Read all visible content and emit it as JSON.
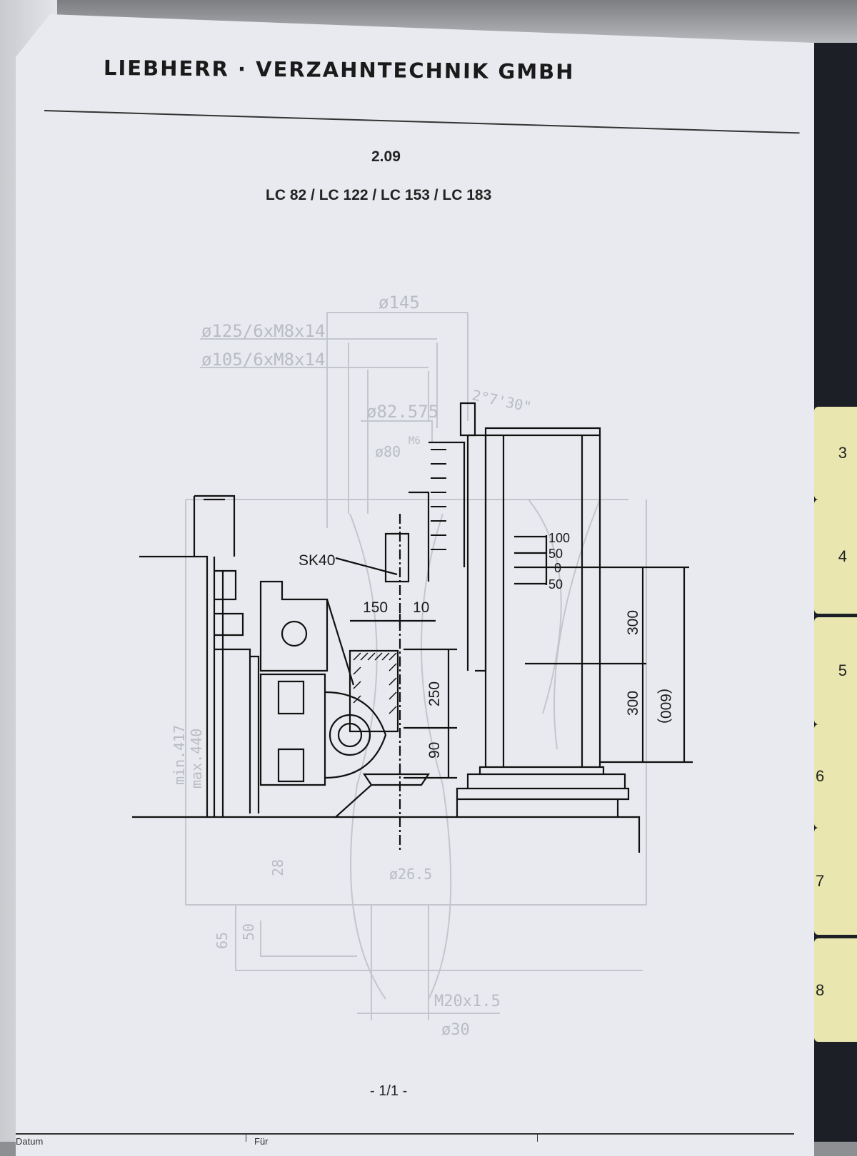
{
  "header": {
    "company": "LIEBHERR · VERZAHNTECHNIK GMBH"
  },
  "document": {
    "section": "2.09",
    "models": "LC 82 / LC 122 / LC 153 / LC 183",
    "page_number": "- 1/1 -"
  },
  "drawing": {
    "labels": {
      "tool": "SK40",
      "dim_150": "150",
      "dim_10": "10",
      "dim_250": "250",
      "dim_90": "90",
      "dim_300_top": "300",
      "dim_300_bottom": "300",
      "dim_600": "(600)",
      "scale_100": "100",
      "scale_50_top": "50",
      "scale_0": "0",
      "scale_50_bottom": "50"
    },
    "faint_labels": {
      "d145": "ø145",
      "d125": "ø125/6xM8x14",
      "d105": "ø105/6xM8x14",
      "d82": "ø82.575",
      "d80": "ø80",
      "m6": "M6",
      "angle": "2°7'30\"",
      "min417": "min.417",
      "max440": "max.440",
      "m20": "M20x1.5",
      "d30": "ø30",
      "d28": "28",
      "d65": "65",
      "d50": "50",
      "d26": "ø26.5"
    }
  },
  "footer": {
    "date_label": "Datum",
    "for_label": "Für"
  },
  "side_tabs": [
    "3",
    "4",
    "5",
    "6",
    "7",
    "8"
  ]
}
